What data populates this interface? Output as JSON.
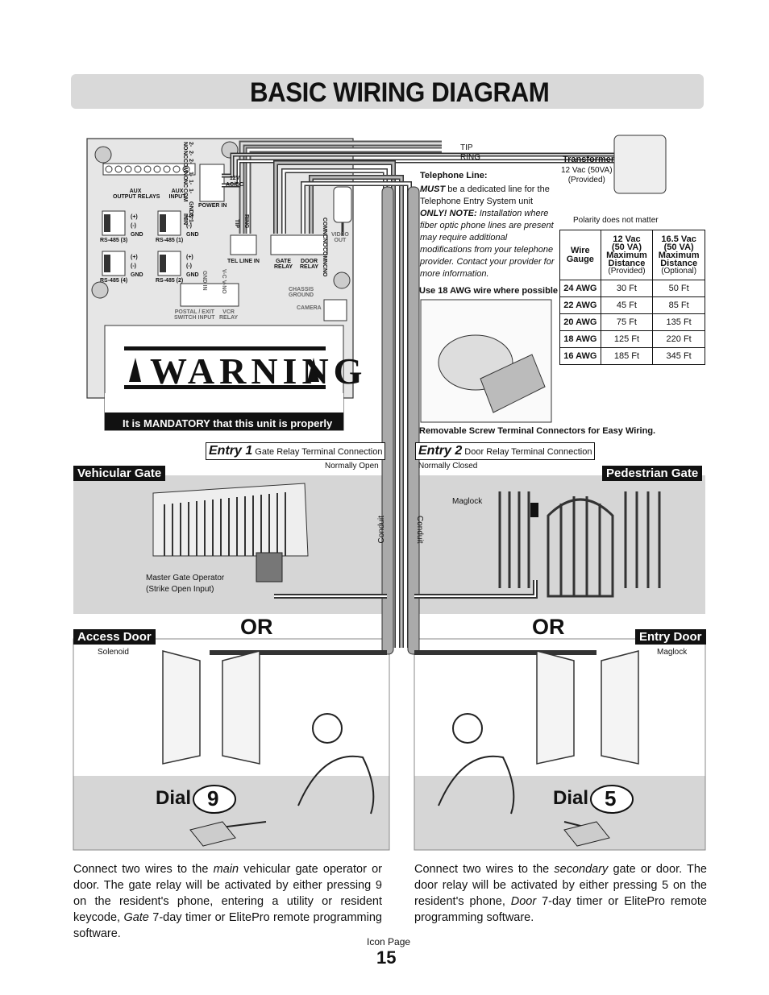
{
  "title": "BASIC WIRING DIAGRAM",
  "board": {
    "terminals_top": [
      "2-NO",
      "2-NC",
      "2-COM",
      "1-NO",
      "1-NC",
      "1-COM",
      "GND",
      "2-IN",
      "1-IN"
    ],
    "aux_output_relays": "AUX\nOUTPUT RELAYS",
    "aux_input": "AUX\nINPUT",
    "rs485_3": "RS-485 (3)",
    "rs485_1": "RS-485 (1)",
    "rs485_4": "RS-485 (4)",
    "rs485_2": "RS-485 (2)",
    "plus": "(+)",
    "minus": "(-)",
    "gnd": "GND",
    "power_in": "POWER IN",
    "ac_dc": "12V\nAC/DC",
    "tel_line_in": "TEL LINE IN",
    "tip": "TIP",
    "ring": "RING",
    "gate_relay": "GATE\nRELAY",
    "door_relay": "DOOR\nRELAY",
    "relay_terms": [
      "COM",
      "NC",
      "NO",
      "COM",
      "NC",
      "NO"
    ],
    "video_out": "VIDEO\nOUT",
    "chassis_ground": "CHASSIS\nGROUND",
    "camera": "CAMERA",
    "postal": "POSTAL / EXIT\nSWITCH INPUT",
    "vcr_relay": "VCR\nRELAY",
    "gnd_in": "GND  IN",
    "vcr_terms": "V-C  V-NO",
    "warning": "WARNING",
    "mandatory": "It is MANDATORY that this unit is properly"
  },
  "tip_ring": "TIP\nRING",
  "telephone": {
    "heading": "Telephone Line:",
    "must": "MUST",
    "must_text": " be a dedicated line for the Telephone Entry System unit",
    "only": "ONLY! NOTE:",
    "only_text": " Installation where fiber optic phone lines are present may require additional modifications from your telephone provider. Contact your provider for more information."
  },
  "transformer": {
    "heading": "Transformer",
    "sub": "12 Vac (50VA)\n(Provided)",
    "polarity": "Polarity does not matter"
  },
  "awg_table": {
    "header": [
      "Wire\nGauge",
      "12 Vac\n(50 VA)\nMaximum\nDistance",
      "16.5 Vac\n(50 VA)\nMaximum\nDistance"
    ],
    "header_sub": [
      "",
      "(Provided)",
      "(Optional)"
    ],
    "rows": [
      [
        "24 AWG",
        "30 Ft",
        "50 Ft"
      ],
      [
        "22 AWG",
        "45 Ft",
        "85 Ft"
      ],
      [
        "20 AWG",
        "75 Ft",
        "135 Ft"
      ],
      [
        "18 AWG",
        "125 Ft",
        "220 Ft"
      ],
      [
        "16 AWG",
        "185 Ft",
        "345 Ft"
      ]
    ]
  },
  "use18": "Use 18 AWG wire where possible",
  "removable": "Removable Screw Terminal Connectors for Easy Wiring.",
  "entry1": {
    "label": "Entry 1",
    "text": " Gate Relay Terminal Connection",
    "mode": "Normally Open"
  },
  "entry2": {
    "label": "Entry 2",
    "text": " Door Relay Terminal Connection",
    "mode": "Normally Closed"
  },
  "vehicular_gate": "Vehicular Gate",
  "pedestrian_gate": "Pedestrian Gate",
  "maglock": "Maglock",
  "conduit": "Conduit",
  "master_gate": "Master Gate Operator\n(Strike Open Input)",
  "or": "OR",
  "access_door": "Access Door",
  "entry_door": "Entry Door",
  "solenoid": "Solenoid",
  "maglock2": "Maglock",
  "dial": "Dial",
  "dial_left": "9",
  "dial_right": "5",
  "left_text": {
    "p1": "Connect two wires to the ",
    "em1": "main",
    "p2": " vehicular gate operator or door. The gate relay will be activated by either pressing 9 on the resident's phone, entering a utility or resident keycode, ",
    "em2": "Gate",
    "p3": " 7-day timer or ElitePro remote programming software."
  },
  "right_text": {
    "p1": "Connect two wires to the ",
    "em1": "secondary",
    "p2": " gate or door. The door relay will be activated by either pressing 5 on the resident's phone, ",
    "em2": "Door",
    "p3": " 7-day timer or ElitePro remote programming software."
  },
  "footer": {
    "icon_page": "Icon Page",
    "page": "15"
  }
}
